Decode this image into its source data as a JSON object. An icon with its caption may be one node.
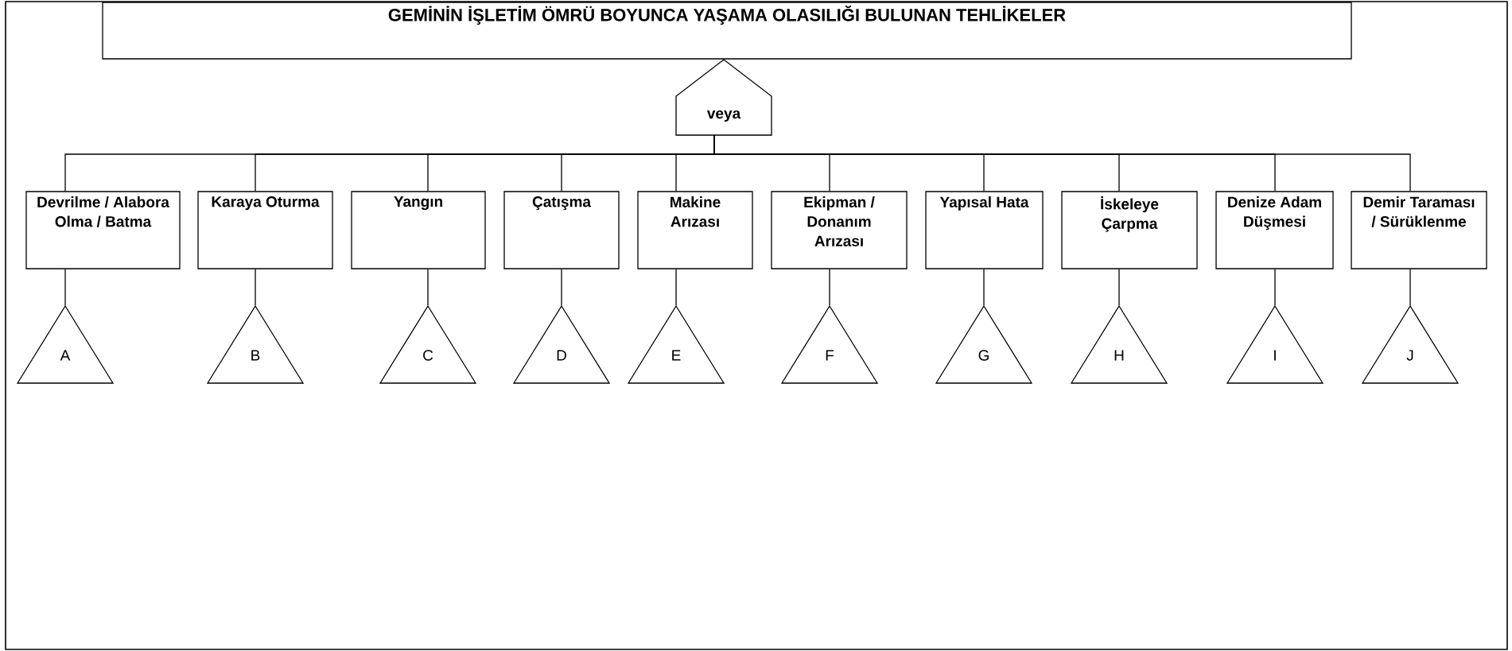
{
  "diagram": {
    "nodes": [
      {
        "text": [
          "GEMİNİN İŞLETİM ÖMRÜ BOYUNCA YAŞAMA OLASILIĞI BULUNAN TEHLİKELER"
        ]
      },
      {
        "text": [
          "veya"
        ]
      },
      {
        "text": [
          "Devrilme / Alabora Olma / Batma"
        ]
      },
      {
        "text": [
          "Karaya Oturma"
        ]
      },
      {
        "text": [
          "Yangın"
        ]
      },
      {
        "text": [
          "Çatışma"
        ]
      },
      {
        "text": [
          "Makine Arızası"
        ]
      },
      {
        "text": [
          "Ekipman / Donanım Arızası"
        ]
      },
      {
        "text": [
          "Yapısal Hata"
        ]
      },
      {
        "text": [
          "İskeleye Çarpma"
        ]
      },
      {
        "text": [
          "Denize Adam Düşmesi"
        ]
      },
      {
        "text": [
          "Demir Taraması / Sürüklenme"
        ]
      },
      {
        "text": [
          "A"
        ]
      },
      {
        "text": [
          "B"
        ]
      },
      {
        "text": [
          "C"
        ]
      },
      {
        "text": [
          "D"
        ]
      },
      {
        "text": [
          "E"
        ]
      },
      {
        "text": [
          "F"
        ]
      },
      {
        "text": [
          "G"
        ]
      },
      {
        "text": [
          "H"
        ]
      },
      {
        "text": [
          "I"
        ]
      },
      {
        "text": [
          "J"
        ]
      }
    ],
    "edges": [
      {
        "from": 1,
        "to": 2,
        "arrow": "none"
      },
      {
        "from": 1,
        "to": 3,
        "arrow": "none"
      },
      {
        "from": 1,
        "to": 4,
        "arrow": "none"
      },
      {
        "from": 1,
        "to": 5,
        "arrow": "none"
      },
      {
        "from": 1,
        "to": 6,
        "arrow": "none"
      },
      {
        "from": 1,
        "to": 7,
        "arrow": "none"
      },
      {
        "from": 1,
        "to": 8,
        "arrow": "none"
      },
      {
        "from": 1,
        "to": 9,
        "arrow": "none"
      },
      {
        "from": 1,
        "to": 10,
        "arrow": "none"
      },
      {
        "from": 1,
        "to": 11,
        "arrow": "none"
      },
      {
        "from": 2,
        "to": 12,
        "arrow": "none"
      },
      {
        "from": 3,
        "to": 13,
        "arrow": "none"
      },
      {
        "from": 4,
        "to": 14,
        "arrow": "none"
      },
      {
        "from": 5,
        "to": 15,
        "arrow": "none"
      },
      {
        "from": 6,
        "to": 16,
        "arrow": "none"
      },
      {
        "from": 7,
        "to": 17,
        "arrow": "none"
      },
      {
        "from": 8,
        "to": 18,
        "arrow": "none"
      },
      {
        "from": 9,
        "to": 19,
        "arrow": "none"
      },
      {
        "from": 10,
        "to": 20,
        "arrow": "none"
      },
      {
        "from": 11,
        "to": 21,
        "arrow": "none"
      }
    ]
  }
}
